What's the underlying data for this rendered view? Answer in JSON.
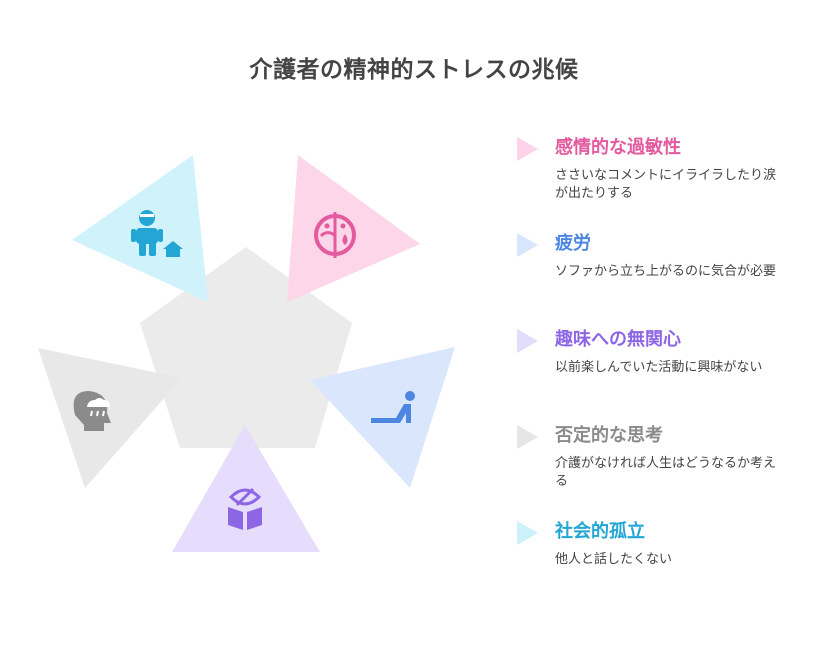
{
  "title": "介護者の精神的ストレスの兆候",
  "items": [
    {
      "heading": "感情的な過敏性",
      "description": "ささいなコメントにイライラしたり涙が出たりする",
      "color": "#e35a9f",
      "marker_color": "#fcd3e8",
      "icon": "sad-face-icon"
    },
    {
      "heading": "疲労",
      "description": "ソファから立ち上がるのに気合が必要",
      "color": "#4d86e0",
      "marker_color": "#d8e6fd",
      "icon": "person-rising-icon"
    },
    {
      "heading": "趣味への無関心",
      "description": "以前楽しんでいた活動に興味がない",
      "color": "#8d66e6",
      "marker_color": "#e4dcfb",
      "icon": "book-eye-icon"
    },
    {
      "heading": "否定的な思考",
      "description": "介護がなければ人生はどうなるか考える",
      "color": "#8b8b8b",
      "marker_color": "#e6e6e6",
      "icon": "head-raincloud-icon"
    },
    {
      "heading": "社会的孤立",
      "description": "他人と話したくない",
      "color": "#23a6d5",
      "marker_color": "#ccf1fb",
      "icon": "person-house-icon"
    }
  ]
}
